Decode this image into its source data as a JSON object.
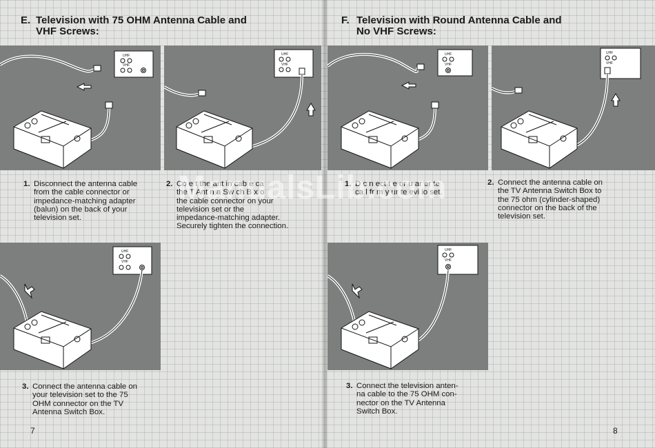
{
  "left_page": {
    "heading_letter": "E.",
    "heading_lines": [
      "Television with 75 OHM Antenna Cable and",
      "VHF Screws:"
    ],
    "page_number": "7",
    "steps": [
      {
        "num": "1.",
        "lines": [
          "Disconnect the antenna cable",
          "from the cable connector or",
          "impedance-matching adapter",
          "(balun) on the back of your",
          "television set."
        ]
      },
      {
        "num": "2.",
        "lines": [
          "Co  e t the ant  in  cab  e  ca",
          "the T  Ant  n  a  Sw  ch  B  x  o",
          "the cable connector on your",
          "television set or the",
          "impedance-matching adapter.",
          "Securely tighten the connection."
        ]
      },
      {
        "num": "3.",
        "lines": [
          "Connect the antenna cable on",
          "your television set to the 75",
          "OHM connector on the TV",
          "Antenna Switch Box."
        ]
      }
    ]
  },
  "right_page": {
    "heading_letter": "F.",
    "heading_lines": [
      "Television with Round Antenna Cable and",
      "No VHF Screws:"
    ],
    "page_number": "8",
    "steps": [
      {
        "num": "1.",
        "lines": [
          "D  c  n  ect  t  e  or  u  ar  er  te",
          "ca  l  fr  m y  ur  te  evi  io  set."
        ]
      },
      {
        "num": "2.",
        "lines": [
          "Connect the antenna cable on",
          "the TV Antenna Switch Box to",
          "the 75 ohm (cylinder-shaped)",
          "connector on the back of the",
          "television set."
        ]
      },
      {
        "num": "3.",
        "lines": [
          "Connect the television anten-",
          "na cable to the 75 OHM con-",
          "nector on the TV Antenna",
          "Switch Box."
        ]
      }
    ]
  },
  "terminal_labels": {
    "uhf": "UHF",
    "vhf": "VHF"
  },
  "watermark": "ManualsLib.com",
  "colors": {
    "panel_gray": "#7d7f7f",
    "paper": "#e3e4e2",
    "ink": "#1a1a1a"
  }
}
